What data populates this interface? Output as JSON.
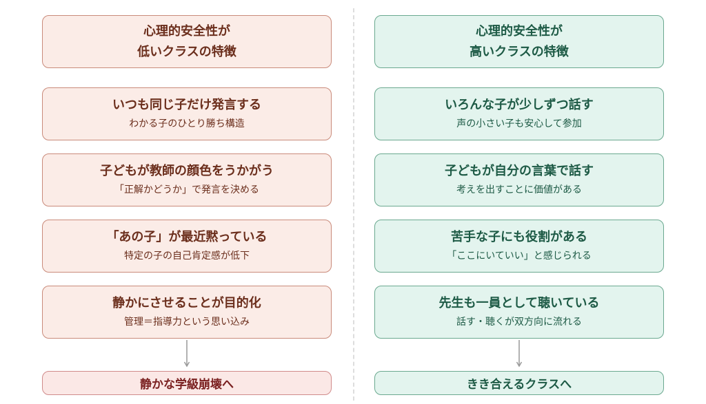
{
  "left": {
    "header": [
      "心理的安全性が",
      "低いクラスの特徴"
    ],
    "items": [
      {
        "title": "いつも同じ子だけ発言する",
        "sub": "わかる子のひとり勝ち構造"
      },
      {
        "title": "子どもが教師の顔色をうかがう",
        "sub": "「正解かどうか」で発言を決める"
      },
      {
        "title": "「あの子」が最近黙っている",
        "sub": "特定の子の自己肯定感が低下"
      },
      {
        "title": "静かにさせることが目的化",
        "sub": "管理＝指導力という思い込み"
      }
    ],
    "result": "静かな学級崩壊へ"
  },
  "right": {
    "header": [
      "心理的安全性が",
      "高いクラスの特徴"
    ],
    "items": [
      {
        "title": "いろんな子が少しずつ話す",
        "sub": "声の小さい子も安心して参加"
      },
      {
        "title": "子どもが自分の言葉で話す",
        "sub": "考えを出すことに価値がある"
      },
      {
        "title": "苦手な子にも役割がある",
        "sub": "「ここにいていい」と感じられる"
      },
      {
        "title": "先生も一員として聴いている",
        "sub": "話す・聴くが双方向に流れる"
      }
    ],
    "result": "きき合えるクラスへ"
  }
}
